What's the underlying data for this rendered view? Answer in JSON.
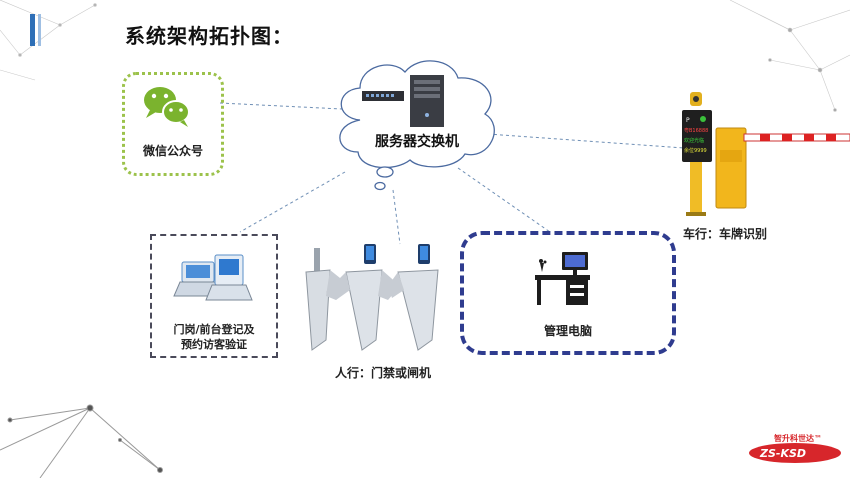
{
  "page": {
    "title": "系统架构拓扑图："
  },
  "nodes": {
    "wechat": {
      "label": "微信公众号",
      "icon": "wechat-icon"
    },
    "server": {
      "label": "服务器交换机",
      "icon": "server-switch-icon"
    },
    "registration": {
      "label_line1": "门岗/前台登记及",
      "label_line2": "预约访客验证",
      "icon": "visitor-terminal-icon"
    },
    "gates": {
      "label": "人行：门禁或闸机",
      "icon": "turnstile-icon"
    },
    "pc": {
      "label": "管理电脑",
      "icon": "computer-desk-icon"
    },
    "parking": {
      "label": "车行：车牌识别",
      "icon": "barrier-gate-icon",
      "display_lines": [
        "粤B16888",
        "欢迎光临",
        "余位9999"
      ]
    }
  },
  "logo": {
    "top_text": "智升科世达™",
    "main_text": "ZS-KSD"
  },
  "colors": {
    "wechat_green": "#7bb32e",
    "dashed_link": "#6f8fb5",
    "pc_border": "#2f3c8f",
    "accent_blue": "#2e6fb7",
    "logo_red": "#d7262b"
  }
}
